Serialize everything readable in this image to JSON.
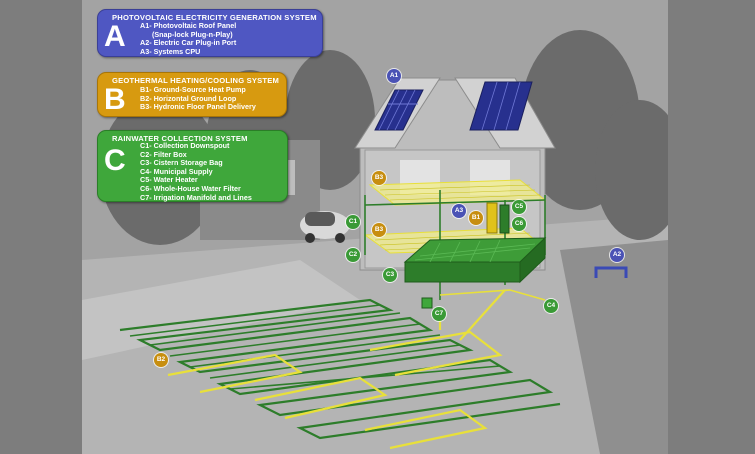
{
  "panels": {
    "A": {
      "letter": "A",
      "title": "PHOTOVOLTAIC ELECTRICITY GENERATION SYSTEM",
      "items": [
        "A1- Photovoltaic Roof Panel",
        "      (Snap-lock Plug-n-Play)",
        "A2- Electric Car Plug-in Port",
        "A3- Systems CPU"
      ]
    },
    "B": {
      "letter": "B",
      "title": "GEOTHERMAL HEATING/COOLING SYSTEM",
      "items": [
        "B1- Ground-Source Heat Pump",
        "B2- Horizontal Ground Loop",
        "B3- Hydronic Floor Panel Delivery"
      ]
    },
    "C": {
      "letter": "C",
      "title": "RAINWATER COLLECTION SYSTEM",
      "items": [
        "C1- Collection Downspout",
        "C2- Filter Box",
        "C3- Cistern Storage Bag",
        "C4- Municipal Supply",
        "C5- Water Heater",
        "C6- Whole-House Water Filter",
        "C7- Irrigation Manifold and Lines"
      ]
    }
  },
  "tags": {
    "A1": "A1",
    "A2": "A2",
    "A3": "A3",
    "B1": "B1",
    "B2": "B2",
    "B3a": "B3",
    "B3b": "B3",
    "C1": "C1",
    "C2": "C2",
    "C3": "C3",
    "C4": "C4",
    "C5": "C5",
    "C6": "C6",
    "C7": "C7"
  },
  "colors": {
    "A": "#4f57c2",
    "B": "#d79a10",
    "C": "#3fa73b",
    "loop_green": "#2d7d2a",
    "loop_yellow": "#e8e03a"
  }
}
